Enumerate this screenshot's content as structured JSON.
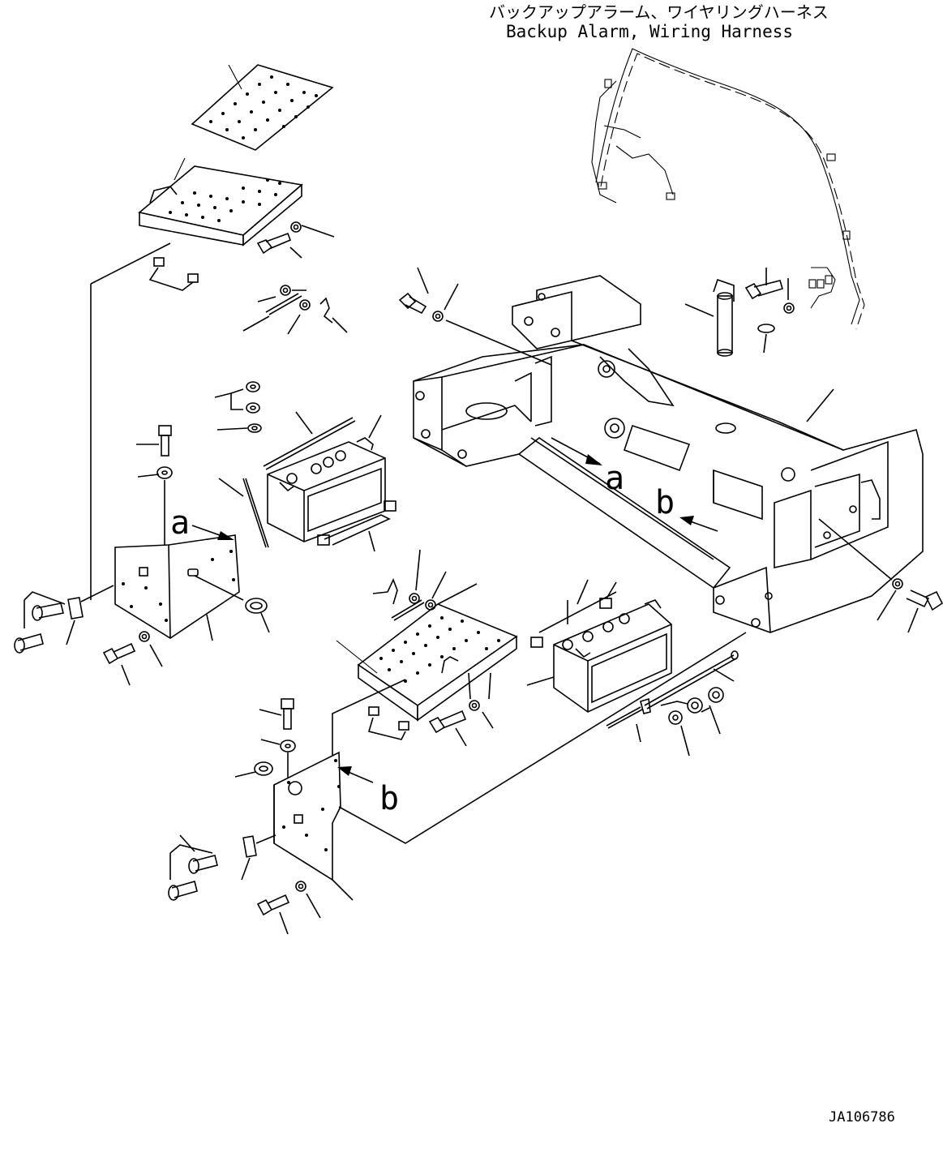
{
  "header": {
    "title_jp": "バックアップアラーム、ワイヤリングハーネス",
    "title_en": "Backup Alarm, Wiring Harness"
  },
  "callouts": {
    "view_a_upper": "a",
    "view_b_upper": "b",
    "view_a_lower": "a",
    "view_b_lower": "b"
  },
  "footer": {
    "drawing_id": "JA106786"
  },
  "colors": {
    "line": "#000000",
    "background": "#ffffff"
  }
}
